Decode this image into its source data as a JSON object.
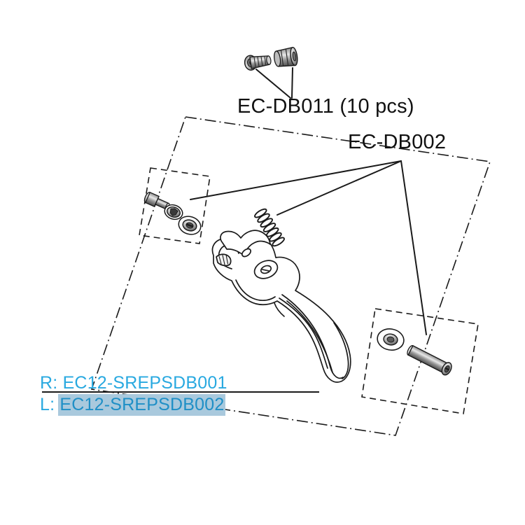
{
  "diagram": {
    "type": "exploded-parts-diagram",
    "subject": "bicycle hydraulic disc brake lever service parts",
    "background_color": "#ffffff",
    "line_color": "#1a1a1a"
  },
  "callouts": [
    {
      "id": "ecdb011",
      "text": "EC-DB011 (10 pcs)",
      "code": "EC-DB011",
      "quantity_text": "(10 pcs)",
      "color": "#111111",
      "points_to": [
        "bolt-small-left",
        "bolt-small-right"
      ]
    },
    {
      "id": "ecdb002",
      "text": "EC-DB002",
      "code": "EC-DB002",
      "color": "#111111",
      "points_to": [
        "washer-group-left",
        "coil-spring",
        "pivot-pin-right"
      ]
    }
  ],
  "part_numbers": {
    "right": {
      "prefix": "R:",
      "code": "EC12-SREPSDB001",
      "color": "#29a9e0",
      "highlighted": false
    },
    "left": {
      "prefix": "L:",
      "code": "EC12-SREPSDB002",
      "color": "#1f8fc6",
      "highlighted": true,
      "highlight_color": "#a9c9dd"
    }
  },
  "components": [
    {
      "name": "bolt-small-left",
      "label": "small flanged bolt"
    },
    {
      "name": "bolt-small-right",
      "label": "small flanged bolt"
    },
    {
      "name": "bolt-left-box",
      "label": "shoulder bolt"
    },
    {
      "name": "washer-toothed",
      "label": "toothed washer"
    },
    {
      "name": "washer-plain",
      "label": "plain washer"
    },
    {
      "name": "coil-spring",
      "label": "return coil spring"
    },
    {
      "name": "brake-lever-blade",
      "label": "brake lever blade"
    },
    {
      "name": "washer-right-box",
      "label": "pivot washer"
    },
    {
      "name": "pivot-pin",
      "label": "pivot pin"
    }
  ],
  "boxes": [
    {
      "name": "outer-boundary",
      "style": "dash-dot",
      "rotated": true
    },
    {
      "name": "left-parts-box",
      "style": "dashed",
      "rotated": true
    },
    {
      "name": "right-parts-box",
      "style": "dashed",
      "rotated": true
    }
  ]
}
